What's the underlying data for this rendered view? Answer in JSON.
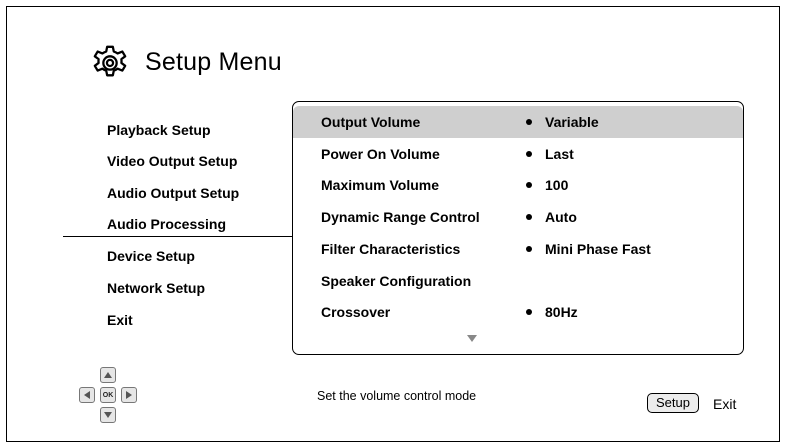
{
  "header": {
    "title": "Setup Menu",
    "icon": "gear-icon"
  },
  "sidebar": {
    "items": [
      {
        "label": "Playback Setup"
      },
      {
        "label": "Video Output Setup"
      },
      {
        "label": "Audio Output Setup"
      },
      {
        "label": "Audio Processing"
      },
      {
        "label": "Device Setup"
      },
      {
        "label": "Network Setup"
      },
      {
        "label": "Exit"
      }
    ],
    "selected": "Audio Processing"
  },
  "panel": {
    "rows": [
      {
        "label": "Output Volume",
        "value": "Variable"
      },
      {
        "label": "Power On Volume",
        "value": "Last"
      },
      {
        "label": "Maximum Volume",
        "value": "100"
      },
      {
        "label": "Dynamic Range Control",
        "value": "Auto"
      },
      {
        "label": "Filter Characteristics",
        "value": "Mini Phase Fast"
      },
      {
        "label": "Speaker Configuration",
        "value": ""
      },
      {
        "label": "Crossover",
        "value": "80Hz"
      }
    ],
    "active_row": "Output Volume",
    "scroll_icon": "scroll-down-arrow-icon"
  },
  "footer": {
    "hint": "Set the volume control mode",
    "dpad_ok": "OK",
    "setup_key": "Setup",
    "exit_label": "Exit"
  },
  "colors": {
    "highlight": "#cfcfcf",
    "border": "#000000",
    "key_bg": "#e6e6e6"
  }
}
